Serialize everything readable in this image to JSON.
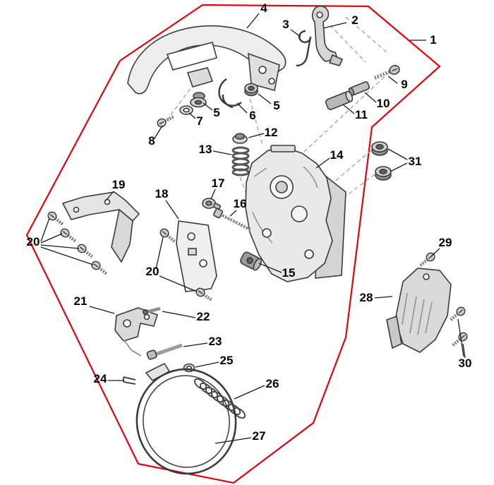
{
  "diagram": {
    "type": "exploded-parts-diagram",
    "background_color": "#ffffff",
    "outline_color": "#e8000d",
    "label_color": "#000000",
    "callouts": [
      "1",
      "2",
      "3",
      "4",
      "5",
      "5",
      "6",
      "7",
      "8",
      "9",
      "10",
      "11",
      "12",
      "13",
      "14",
      "15",
      "16",
      "17",
      "18",
      "19",
      "20",
      "20",
      "21",
      "22",
      "23",
      "24",
      "25",
      "26",
      "27",
      "28",
      "29",
      "30",
      "31"
    ]
  }
}
